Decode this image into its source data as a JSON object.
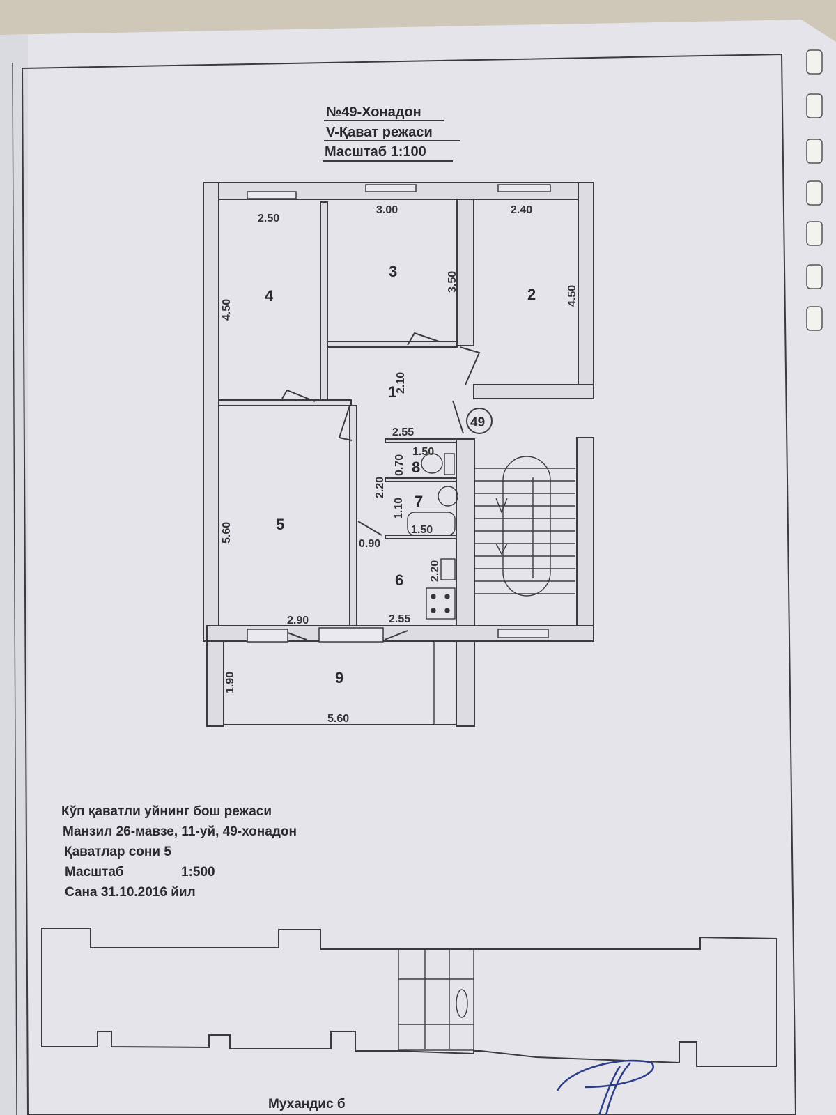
{
  "header": {
    "line1": "№49-Хонадон",
    "line2": "V-Қават режаси",
    "line3": "Масштаб 1:100"
  },
  "apartment_badge": "49",
  "rooms": [
    {
      "number": "1",
      "dims": [
        "2.10",
        "2.55"
      ]
    },
    {
      "number": "2",
      "dims": [
        "2.40",
        "4.50"
      ]
    },
    {
      "number": "3",
      "dims": [
        "3.00",
        "3.50"
      ]
    },
    {
      "number": "4",
      "dims": [
        "2.50",
        "4.50"
      ]
    },
    {
      "number": "5",
      "dims": [
        "5.60",
        "2.90"
      ]
    },
    {
      "number": "6",
      "dims": [
        "2.20",
        "2.55"
      ]
    },
    {
      "number": "7",
      "dims": [
        "1.10",
        "1.50"
      ]
    },
    {
      "number": "8",
      "dims": [
        "0.70",
        "1.50"
      ]
    },
    {
      "number": "9",
      "dims": [
        "1.90",
        "5.60"
      ]
    }
  ],
  "extra_dims": {
    "bath_height": "2.20",
    "door_width": "0.90"
  },
  "info": {
    "line1": "Кўп қаватли уйнинг бош режаси",
    "line2": "Манзил 26-мавзе, 11-уй, 49-хонадон",
    "line3": "Қаватлар сони  5",
    "line4_label": "Масштаб",
    "line4_value": "1:500",
    "line5": "Сана 31.10.2016 йил"
  },
  "footer_cut": "Мухандис б",
  "colors": {
    "paper": "#e4e4ea",
    "ink": "#2a2a2e",
    "fabric": "#cfc8b8"
  }
}
